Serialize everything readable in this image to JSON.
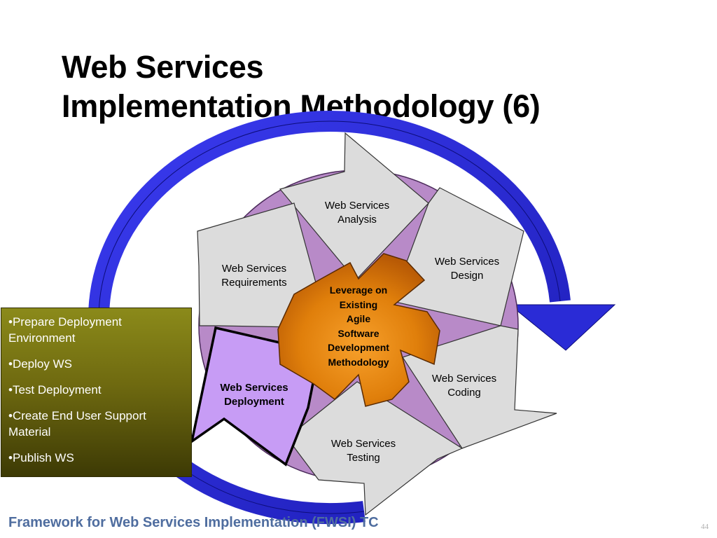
{
  "slide": {
    "title_line1": "Web Services",
    "title_line2": "Implementation Methodology (6)",
    "footer": "Framework for Web Services Implementation (FWSI) TC",
    "page_number": "44"
  },
  "cycle": {
    "center": {
      "lines": [
        "Leverage on",
        "Existing",
        "Agile",
        "Software",
        "Development",
        "Methodology"
      ]
    },
    "phases": [
      {
        "id": "analysis",
        "lines": [
          "Web Services",
          "Analysis"
        ],
        "highlighted": false
      },
      {
        "id": "design",
        "lines": [
          "Web Services",
          "Design"
        ],
        "highlighted": false
      },
      {
        "id": "coding",
        "lines": [
          "Web Services",
          "Coding"
        ],
        "highlighted": false
      },
      {
        "id": "testing",
        "lines": [
          "Web Services",
          "Testing"
        ],
        "highlighted": false
      },
      {
        "id": "deployment",
        "lines": [
          "Web Services",
          "Deployment"
        ],
        "highlighted": true
      },
      {
        "id": "requirements",
        "lines": [
          "Web Services",
          "Requirements"
        ],
        "highlighted": false
      }
    ]
  },
  "deployment_panel": {
    "items": [
      "•Prepare Deployment Environment",
      "•Deploy WS",
      "•Test Deployment",
      "•Create End User Support Material",
      "•Publish WS"
    ]
  },
  "colors": {
    "outer_ring": "#2a2bd6",
    "inner_disc": "#b88ac8",
    "arrow_fill": "#dcdcdc",
    "highlight_fill": "#c79cf5",
    "center_fill": "#e27d0c",
    "panel_top": "#8b8a1a",
    "panel_bottom": "#3d3a05",
    "footer_text": "#4f6d9f"
  }
}
